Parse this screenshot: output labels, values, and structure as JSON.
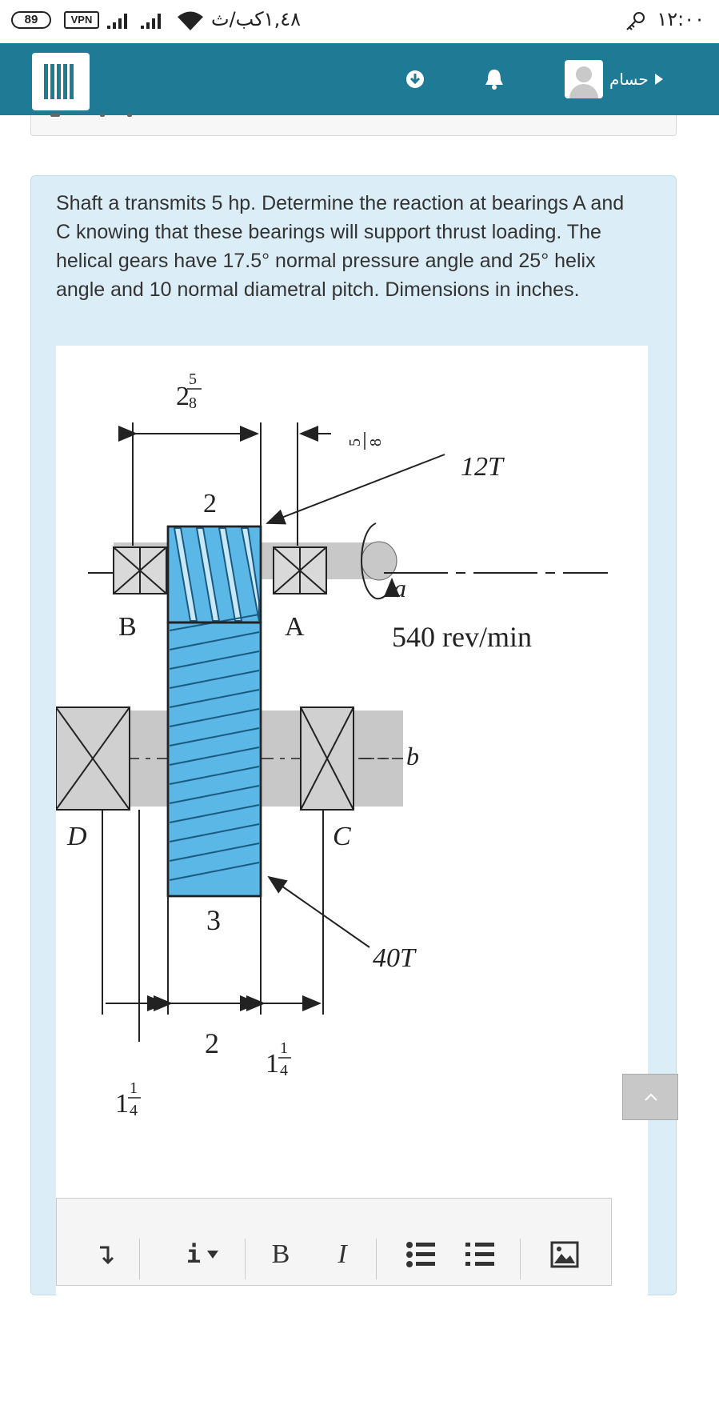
{
  "status_bar": {
    "battery": "89",
    "vpn": "VPN",
    "carrier": "١,٤٨كب/ث",
    "clock": "١٢:٠٠"
  },
  "nav": {
    "account_label": "حسام",
    "colors": {
      "bar": "#1e7a95",
      "icon": "#ffffff"
    }
  },
  "question": {
    "text": "Shaft a transmits 5 hp. Determine the reaction at bearings A and C knowing that these bearings will support thrust loading. The helical gears have 17.5° normal pressure angle and 25° helix angle and 10 normal diametral pitch. Dimensions in inches."
  },
  "figure": {
    "dim_top_whole": "2",
    "dim_top_num": "5",
    "dim_top_den": "8",
    "dim_right_num": "5",
    "dim_right_den": "8",
    "gear_label_top": "12T",
    "gear_face_top": "2",
    "label_B": "B",
    "label_A": "A",
    "shaft_a_label": "a",
    "speed_label": "540 rev/min",
    "shaft_b_label": "b",
    "label_D": "D",
    "label_C": "C",
    "gear_face_bottom": "3",
    "gear_label_bottom": "40T",
    "dim_mid": "2",
    "dim_right_bottom_whole": "1",
    "dim_right_bottom_num": "1",
    "dim_right_bottom_den": "4",
    "dim_left_bottom_whole": "1",
    "dim_left_bottom_num": "1",
    "dim_left_bottom_den": "4",
    "colors": {
      "gear": "#5bb8e6",
      "gear_light": "#c9e8f7",
      "shaft": "#c8c8c8",
      "line": "#222222"
    }
  },
  "editor_toolbar": {
    "italic_insert_label": "i",
    "bold_label": "B",
    "italic_label": "I",
    "icons": [
      "collapse-icon",
      "insert-dropdown-icon",
      "bold-icon",
      "italic-icon",
      "bullet-list-icon",
      "numbered-list-icon",
      "image-icon"
    ]
  }
}
